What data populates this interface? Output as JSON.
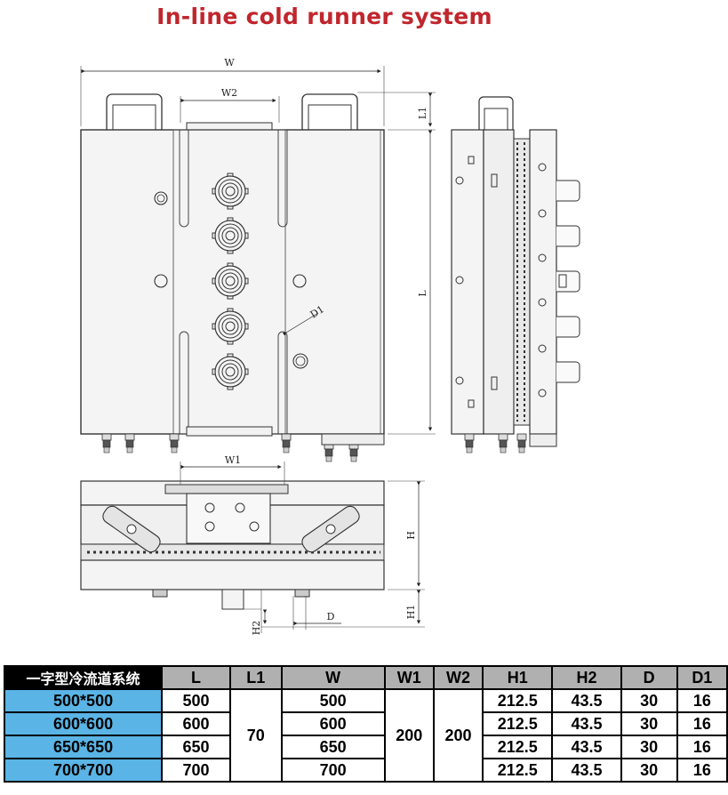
{
  "title": "In-line cold runner system",
  "dims": {
    "W": "W",
    "W2": "W2",
    "L1": "L1",
    "L": "L",
    "D1": "D1",
    "W1": "W1",
    "H": "H",
    "H1": "H1",
    "H2": "H2",
    "D": "D"
  },
  "table": {
    "corner": "一字型冷流道系统",
    "headers": [
      "L",
      "L1",
      "W",
      "W1",
      "W2",
      "H1",
      "H2",
      "D",
      "D1"
    ],
    "rows": [
      {
        "series": "500*500",
        "L": "500",
        "W": "500",
        "H1": "212.5",
        "H2": "43.5",
        "D": "30",
        "D1": "16"
      },
      {
        "series": "600*600",
        "L": "600",
        "W": "600",
        "H1": "212.5",
        "H2": "43.5",
        "D": "30",
        "D1": "16"
      },
      {
        "series": "650*650",
        "L": "650",
        "W": "650",
        "H1": "212.5",
        "H2": "43.5",
        "D": "30",
        "D1": "16"
      },
      {
        "series": "700*700",
        "L": "700",
        "W": "700",
        "H1": "212.5",
        "H2": "43.5",
        "D": "30",
        "D1": "16"
      }
    ],
    "merged": {
      "L1": "70",
      "W1": "200",
      "W2": "200"
    }
  },
  "colors": {
    "title": "#c0262d",
    "series_cell": "#5ab4e5",
    "header_cell": "#b0b0b0"
  }
}
